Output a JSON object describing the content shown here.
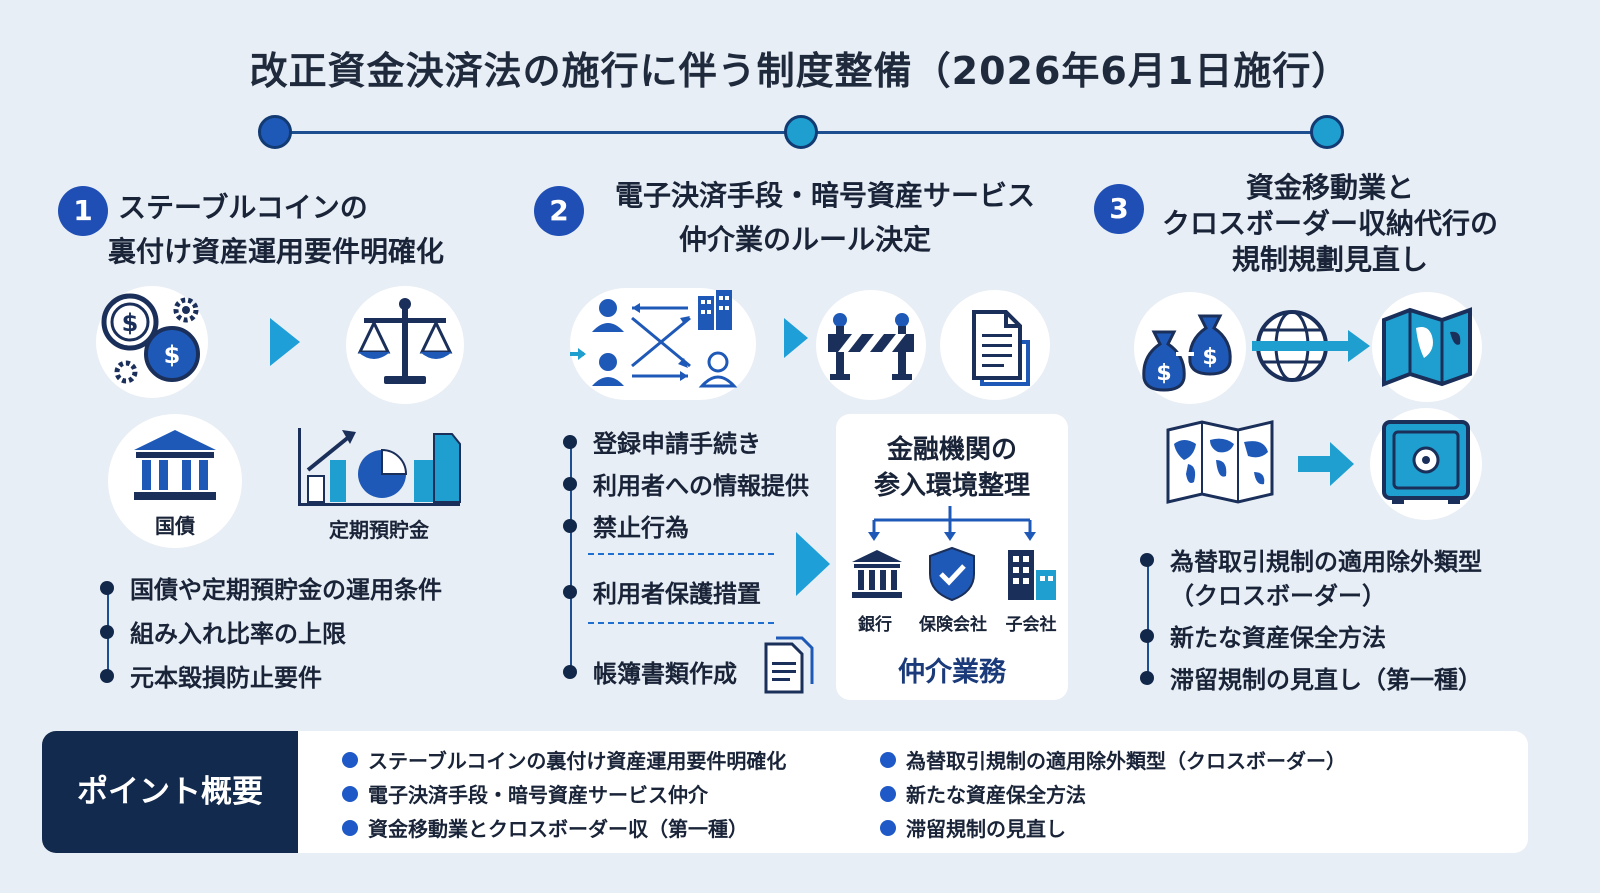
{
  "title": "改正資金決済法の施行に伴う制度整備（2026年6月1日施行）",
  "colors": {
    "accent": "#1f59b8",
    "teal": "#1e9fcf",
    "navy": "#122a4e",
    "background": "#e8eef5"
  },
  "sections": [
    {
      "number": "1",
      "title_lines": [
        "ステーブルコインの",
        "裏付け資産運用要件明確化"
      ],
      "icons": [
        "dollar-gears-icon",
        "arrow-right-icon",
        "scales-icon",
        "bank-icon",
        "chart-icon"
      ],
      "icon_labels": [
        "国債",
        "定期預貯金"
      ],
      "bullets": [
        "国債や定期預貯金の運用条件",
        "組み入れ比率の上限",
        "元本毀損防止要件"
      ]
    },
    {
      "number": "2",
      "title_lines": [
        "電子決済手段・暗号資産サービス",
        "仲介業のルール決定"
      ],
      "icons": [
        "people-network-icon",
        "arrow-right-icon",
        "barrier-icon",
        "document-icon"
      ],
      "bullets": [
        "登録申請手続き",
        "利用者への情報提供",
        "禁止行為",
        "利用者保護措置",
        "帳簿書類作成"
      ],
      "panel": {
        "title_lines": [
          "金融機関の",
          "参入環境整理"
        ],
        "entities": [
          "銀行",
          "保険会社",
          "子会社"
        ],
        "footer": "仲介業務"
      }
    },
    {
      "number": "3",
      "title_lines": [
        "資金移動業と",
        "クロスボーダー収納代行の",
        "規制規劃見直し"
      ],
      "icons": [
        "money-bags-icon",
        "globe-arrow-icon",
        "map-icon",
        "world-map-icon",
        "arrow-right-icon",
        "safe-icon"
      ],
      "bullets": [
        "為替取引規制の適用除外類型",
        "（クロスボーダー）",
        "新たな資産保全方法",
        "滞留規制の見直し（第一種）"
      ]
    }
  ],
  "summary": {
    "heading": "ポイント概要",
    "left_items": [
      "ステーブルコインの裏付け資産運用要件明確化",
      "電子決済手段・暗号資産サービス仲介",
      "資金移動業とクロスボーダー収（第一種）"
    ],
    "right_items": [
      "為替取引規制の適用除外類型（クロスボーダー）",
      "新たな資産保全方法",
      "滞留規制の見直し"
    ]
  }
}
